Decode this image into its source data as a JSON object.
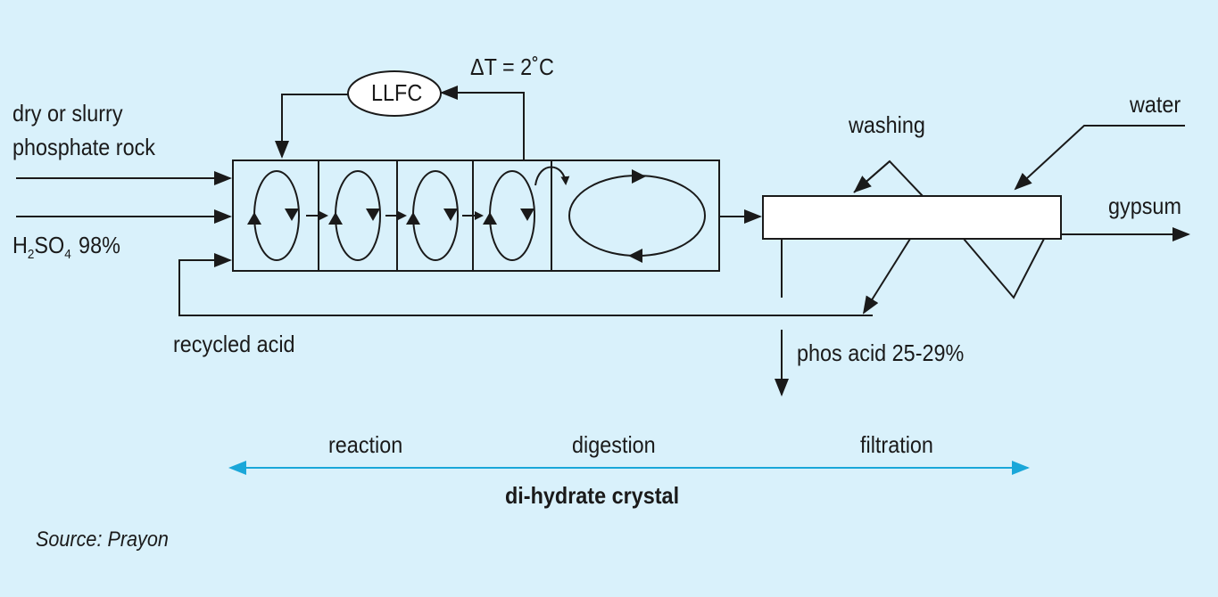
{
  "inputs": {
    "rock_line1": "dry or slurry",
    "rock_line2": "phosphate rock",
    "acid_main": "H",
    "acid_sub1": "2",
    "acid_mid": "SO",
    "acid_sub2": "4",
    "acid_rest": "98%",
    "recycled": "recycled acid"
  },
  "control": {
    "llfc": "LLFC",
    "delta_t": "ΔT = 2˚C"
  },
  "filter": {
    "washing": "washing",
    "water": "water",
    "gypsum": "gypsum",
    "phos_acid": "phos acid 25-29%"
  },
  "stages": {
    "reaction": "reaction",
    "digestion": "digestion",
    "filtration": "filtration",
    "crystal": "di-hydrate crystal"
  },
  "source": "Source: Prayon",
  "colors": {
    "background": "#d9f1fb",
    "line": "#1a1a1a",
    "accent": "#1aa7d9"
  }
}
